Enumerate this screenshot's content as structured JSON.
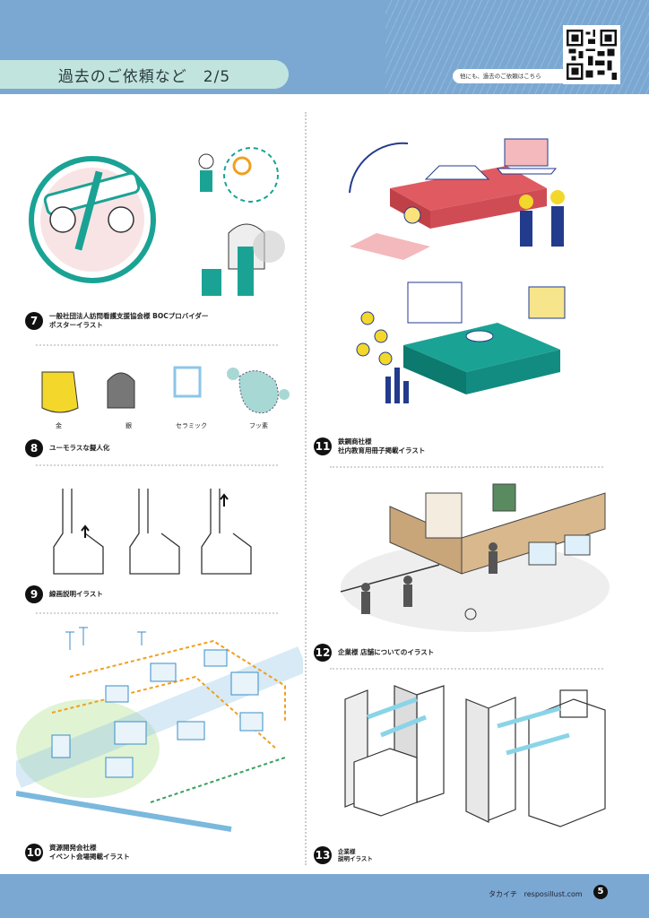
{
  "header": {
    "title": "過去のご依頼など　2/5",
    "note": "他にも、過去のご依頼はこちら"
  },
  "items": [
    {
      "num": "7",
      "line1": "一般社団法人訪問看護支援協会様 BOCプロバイダー",
      "line2": "ポスターイラスト"
    },
    {
      "num": "8",
      "line1": "ユーモラスな擬人化",
      "line2": ""
    },
    {
      "num": "9",
      "line1": "線画説明イラスト",
      "line2": ""
    },
    {
      "num": "10",
      "line1": "資源開発会社様",
      "line2": "イベント会場掲載イラスト"
    },
    {
      "num": "11",
      "line1": "鉄鋼商社様",
      "line2": "社内教育用冊子掲載イラスト"
    },
    {
      "num": "12",
      "line1": "企業様 店舗についてのイラスト",
      "line2": ""
    },
    {
      "num": "13",
      "line1": "企業様",
      "line2": "説明イラスト"
    }
  ],
  "characters": [
    "金",
    "銀",
    "セラミック",
    "フッ素"
  ],
  "footer": {
    "author": "タカイチ",
    "site": "resposillust.com",
    "page": "5"
  },
  "colors": {
    "blue": "#7ba8d2",
    "mint": "#c2e4de",
    "teal": "#1aa394",
    "red": "#e05a62",
    "yellow": "#f3d82b"
  }
}
